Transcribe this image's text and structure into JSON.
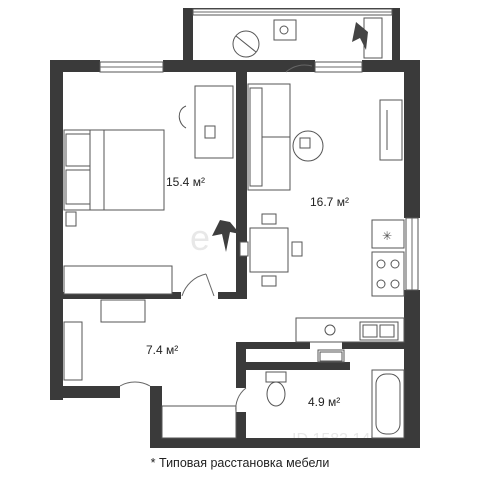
{
  "rooms": [
    {
      "id": "bedroom",
      "area": "15.4 м²"
    },
    {
      "id": "kitchen-living",
      "area": "16.7 м²"
    },
    {
      "id": "hall",
      "area": "7.4 м²"
    },
    {
      "id": "bathroom",
      "area": "4.9 м²"
    }
  ],
  "note": "* Типовая расстановка мебели",
  "watermark": {
    "brand": "e",
    "id": "ID 1583 140"
  },
  "colors": {
    "wall": "#3a3a3a",
    "background": "#ffffff",
    "text": "#222222"
  }
}
